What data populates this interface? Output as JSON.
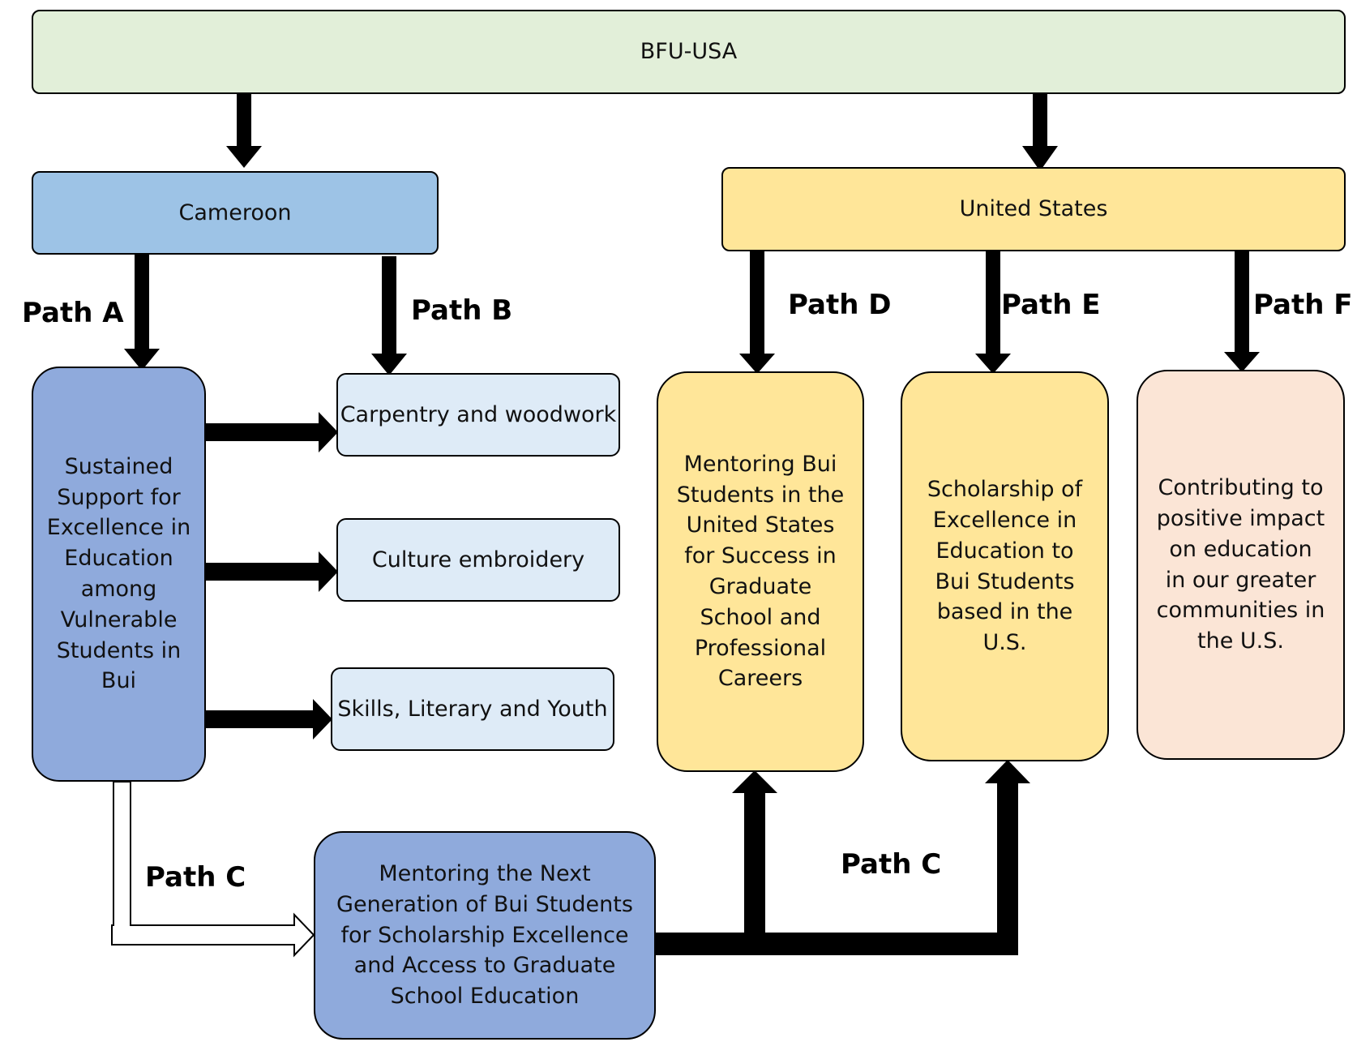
{
  "nodes": {
    "bfu": "BFU-USA",
    "cameroon": "Cameroon",
    "us": "United States",
    "sustained": "Sustained Support for Excellence in Education among Vulnerable Students in Bui",
    "carpentry": "Carpentry and woodwork",
    "culture": "Culture embroidery",
    "skills": "Skills, Literary and Youth",
    "mentoring_next": "Mentoring the Next Generation of Bui Students for Scholarship Excellence and Access to Graduate School Education",
    "mentoring_us": "Mentoring Bui Students in the United States for Success in Graduate School and Professional Careers",
    "scholarship": "Scholarship of Excellence in Education to Bui Students based in the U.S.",
    "contributing": "Contributing to positive impact on education in our greater communities in the U.S."
  },
  "paths": {
    "a": "Path A",
    "b": "Path B",
    "c": "Path C",
    "d": "Path D",
    "e": "Path E",
    "f": "Path F"
  },
  "colors": {
    "bfu_fill": "#e2efd9",
    "cameroon_fill": "#9dc3e6",
    "us_fill": "#ffe699",
    "program_fill": "#8faadc",
    "activity_fill": "#deebf7",
    "yellow_fill": "#ffe699",
    "peach_fill": "#fbe5d6",
    "connector": "#000000"
  }
}
